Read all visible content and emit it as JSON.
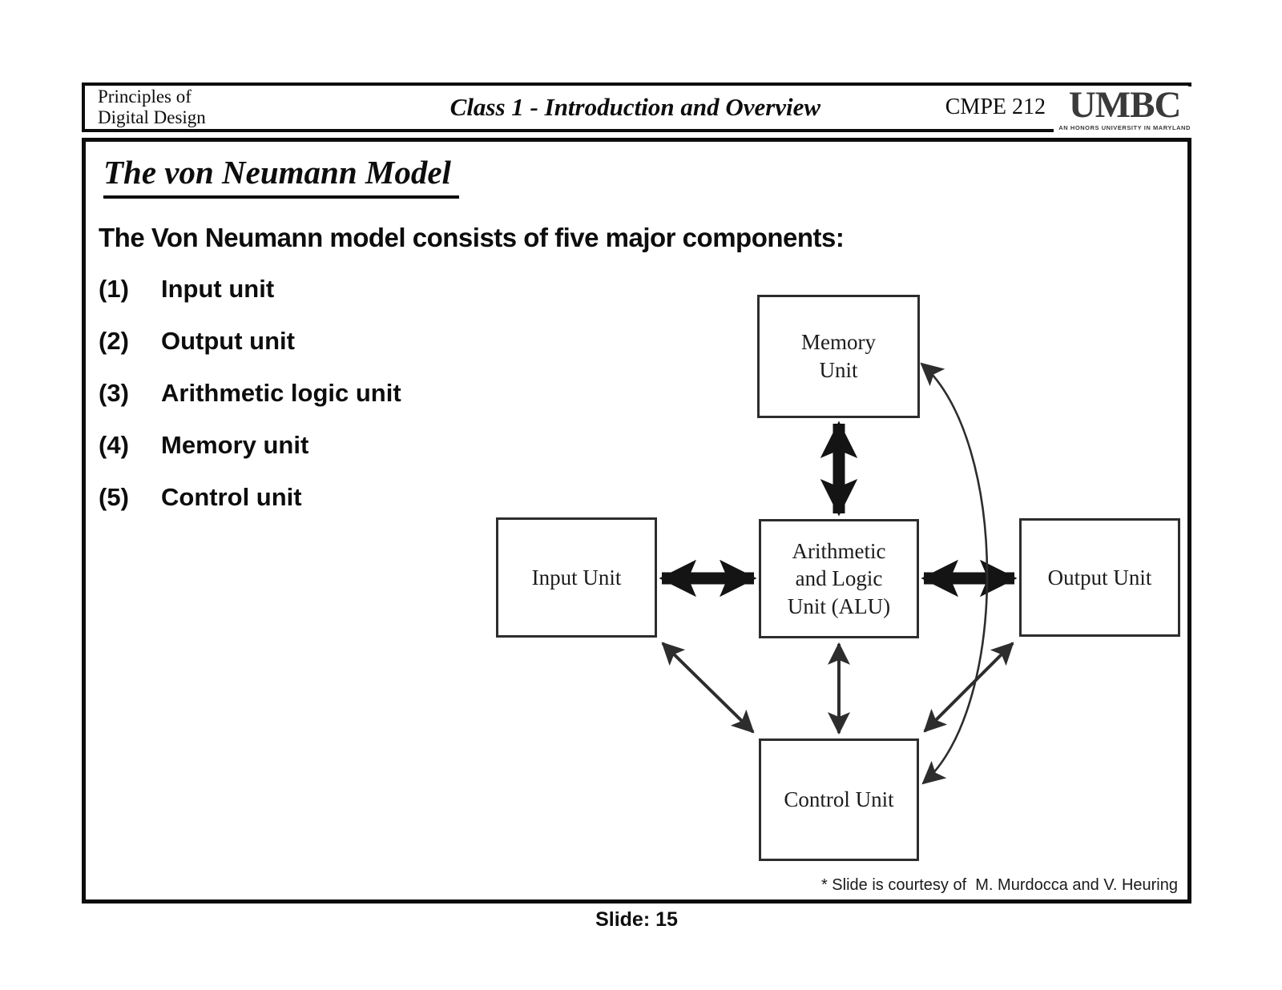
{
  "header": {
    "course_name_line1": "Principles of",
    "course_name_line2": "Digital Design",
    "class_title": "Class 1 - Introduction and Overview",
    "course_code": "CMPE 212",
    "logo": {
      "text": "UMBC",
      "tagline": "AN HONORS UNIVERSITY IN MARYLAND"
    }
  },
  "slide": {
    "title": "The von Neumann Model",
    "intro": "The Von Neumann model consists of five major components:",
    "components": [
      {
        "number": "(1)",
        "label": "Input unit"
      },
      {
        "number": "(2)",
        "label": "Output unit"
      },
      {
        "number": "(3)",
        "label": "Arithmetic logic unit"
      },
      {
        "number": "(4)",
        "label": "Memory unit"
      },
      {
        "number": "(5)",
        "label": "Control unit"
      }
    ],
    "attribution": "* Slide is courtesy of  M. Murdocca and V. Heuring"
  },
  "diagram": {
    "boxes": [
      {
        "id": "memory",
        "label": "Memory Unit",
        "lines": [
          "Memory",
          "Unit"
        ]
      },
      {
        "id": "input",
        "label": "Input Unit",
        "lines": [
          "Input Unit"
        ]
      },
      {
        "id": "alu",
        "label": "Arithmetic and Logic Unit (ALU)",
        "lines": [
          "Arithmetic",
          "and Logic",
          "Unit (ALU)"
        ]
      },
      {
        "id": "output",
        "label": "Output Unit",
        "lines": [
          "Output Unit"
        ]
      },
      {
        "id": "control",
        "label": "Control Unit",
        "lines": [
          "Control Unit"
        ]
      }
    ],
    "connections": [
      {
        "from": "Memory Unit",
        "to": "Arithmetic and Logic Unit (ALU)",
        "style": "thick-double-arrow"
      },
      {
        "from": "Input Unit",
        "to": "Arithmetic and Logic Unit (ALU)",
        "style": "thick-double-arrow"
      },
      {
        "from": "Arithmetic and Logic Unit (ALU)",
        "to": "Output Unit",
        "style": "thick-double-arrow"
      },
      {
        "from": "Input Unit",
        "to": "Control Unit",
        "style": "thin-double-arrow"
      },
      {
        "from": "Arithmetic and Logic Unit (ALU)",
        "to": "Control Unit",
        "style": "thin-double-arrow"
      },
      {
        "from": "Output Unit",
        "to": "Control Unit",
        "style": "thin-double-arrow"
      },
      {
        "from": "Memory Unit",
        "to": "Control Unit",
        "style": "curved-thin-double-arrow"
      }
    ]
  },
  "footer": {
    "slide_label": "Slide: 15"
  },
  "colors": {
    "ink": "#0d0d0d",
    "diagram_ink": "#2d2d2d",
    "logo_gray": "#3a3a3a",
    "background": "#ffffff"
  }
}
